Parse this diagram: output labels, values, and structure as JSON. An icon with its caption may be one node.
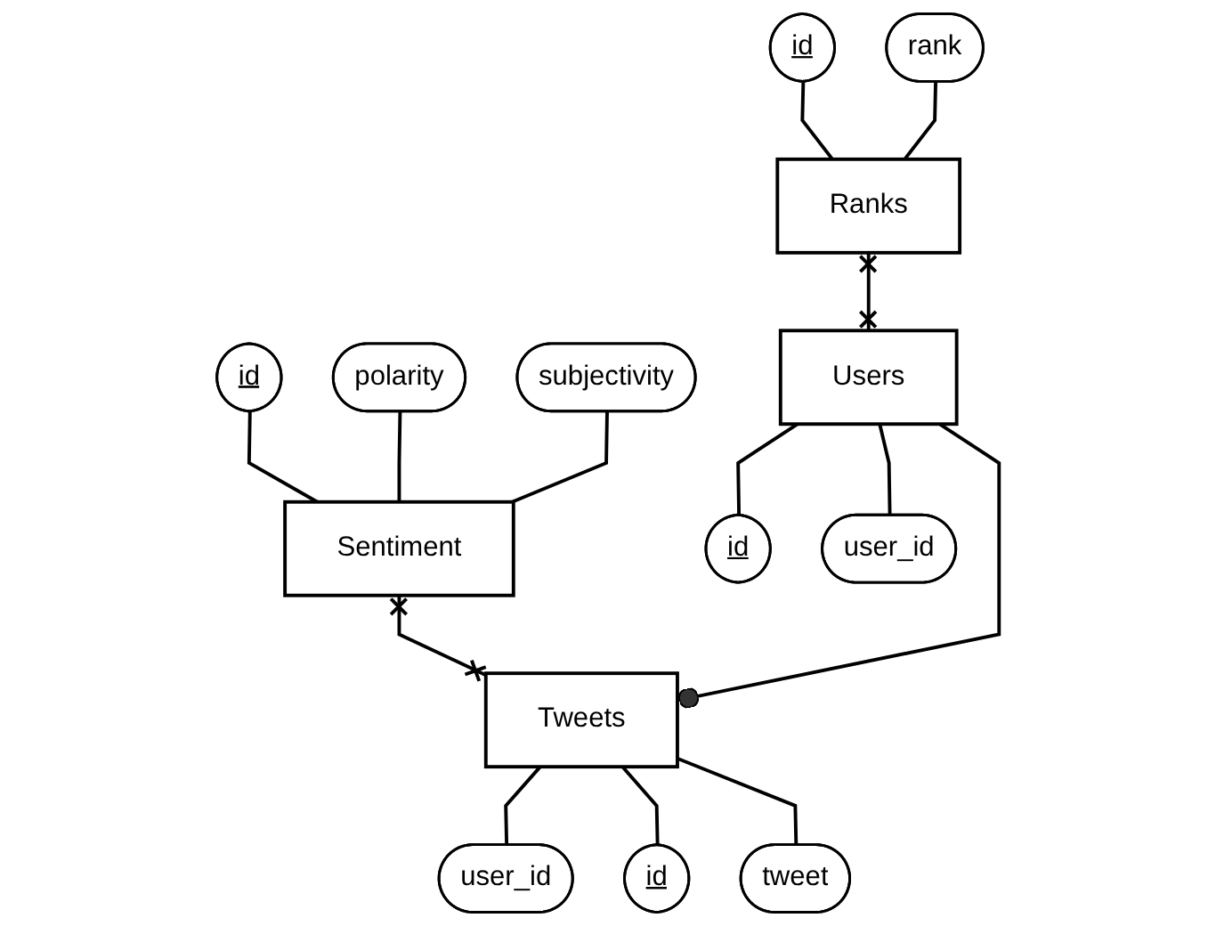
{
  "diagram": {
    "nodes": [
      {
        "text": [
          "id"
        ]
      },
      {
        "text": [
          "rank"
        ]
      },
      {
        "text": [
          "Ranks"
        ]
      },
      {
        "text": [
          "id"
        ]
      },
      {
        "text": [
          "polarity"
        ]
      },
      {
        "text": [
          "subjectivity"
        ]
      },
      {
        "text": [
          "Sentiment"
        ]
      },
      {
        "text": [
          "Users"
        ]
      },
      {
        "text": [
          "Tweets"
        ]
      },
      {
        "text": [
          "id"
        ]
      },
      {
        "text": [
          "user_id"
        ]
      },
      {
        "text": [
          "user_id"
        ]
      },
      {
        "text": [
          "id"
        ]
      },
      {
        "text": [
          "tweet"
        ]
      }
    ],
    "edges": [
      {
        "from": 0,
        "to": 2,
        "arrow": "none"
      },
      {
        "from": 1,
        "to": 2,
        "arrow": "none"
      },
      {
        "from": 3,
        "to": 6,
        "arrow": "none"
      },
      {
        "from": 4,
        "to": 6,
        "arrow": "none"
      },
      {
        "from": 5,
        "to": 6,
        "arrow": "none"
      },
      {
        "from": 2,
        "to": 7,
        "arrow": "other"
      },
      {
        "from": 6,
        "to": 8,
        "arrow": "other"
      },
      {
        "from": 7,
        "to": 8,
        "arrow": "other"
      },
      {
        "from": 7,
        "to": 9,
        "arrow": "none"
      },
      {
        "from": 7,
        "to": 10,
        "arrow": "none"
      },
      {
        "from": 8,
        "to": 11,
        "arrow": "none"
      },
      {
        "from": 8,
        "to": 12,
        "arrow": "none"
      },
      {
        "from": 8,
        "to": 13,
        "arrow": "none"
      }
    ]
  }
}
